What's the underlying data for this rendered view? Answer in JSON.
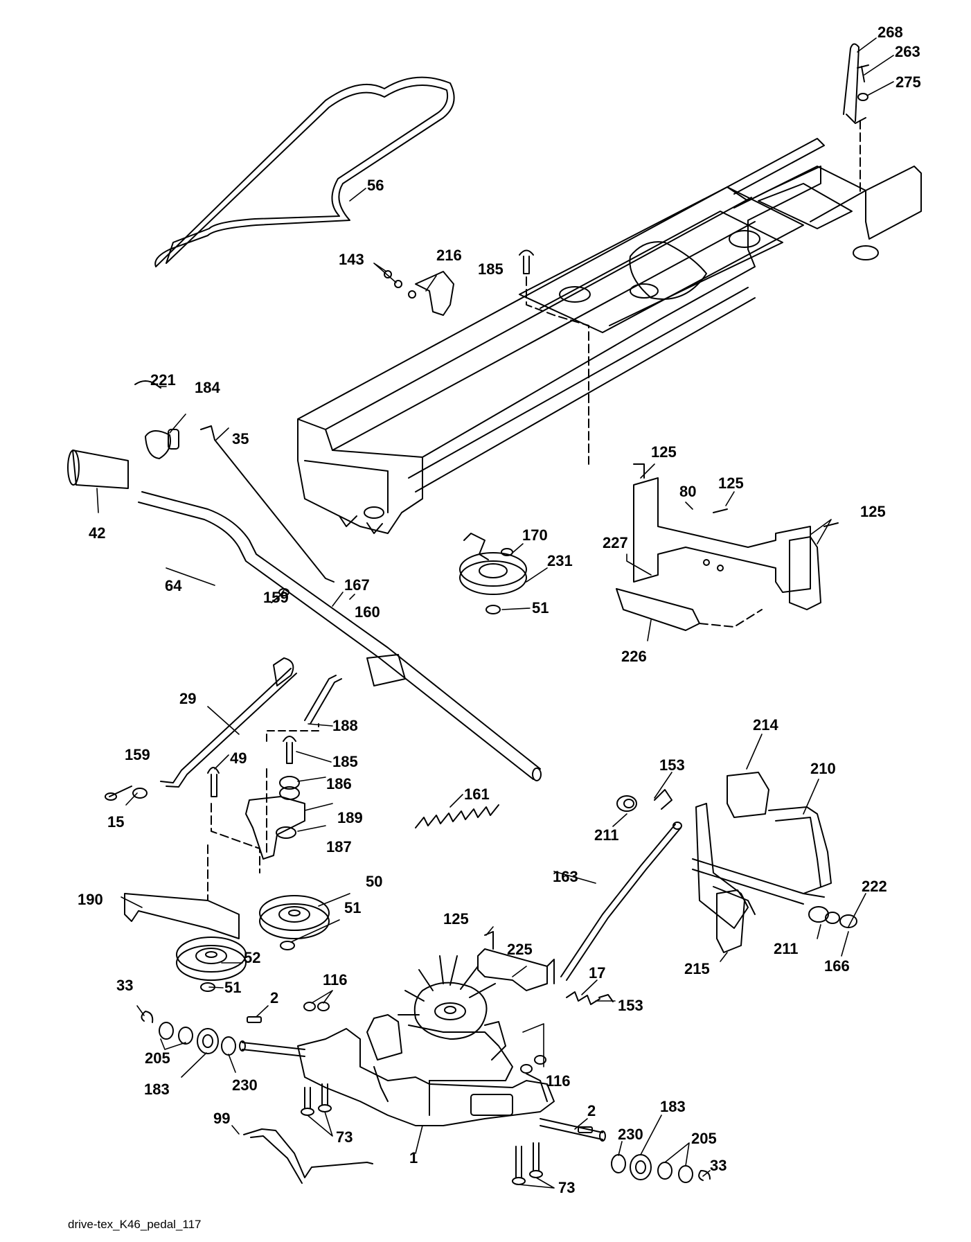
{
  "diagram": {
    "caption": "drive-tex_K46_pedal_117",
    "ink_color": "#000000",
    "paper_color": "#ffffff",
    "callouts": [
      "268",
      "263",
      "275",
      "56",
      "143",
      "216",
      "185",
      "221",
      "184",
      "35",
      "42",
      "64",
      "159",
      "167",
      "160",
      "29",
      "188",
      "185",
      "159",
      "15",
      "49",
      "186",
      "189",
      "187",
      "50",
      "190",
      "51",
      "52",
      "51",
      "33",
      "205",
      "183",
      "230",
      "2",
      "116",
      "125",
      "225",
      "17",
      "153",
      "163",
      "125",
      "80",
      "125",
      "125",
      "227",
      "226",
      "170",
      "231",
      "51",
      "214",
      "153",
      "210",
      "211",
      "211",
      "222",
      "166",
      "215",
      "161",
      "116",
      "2",
      "230",
      "183",
      "205",
      "33",
      "73",
      "73",
      "1",
      "99"
    ]
  }
}
